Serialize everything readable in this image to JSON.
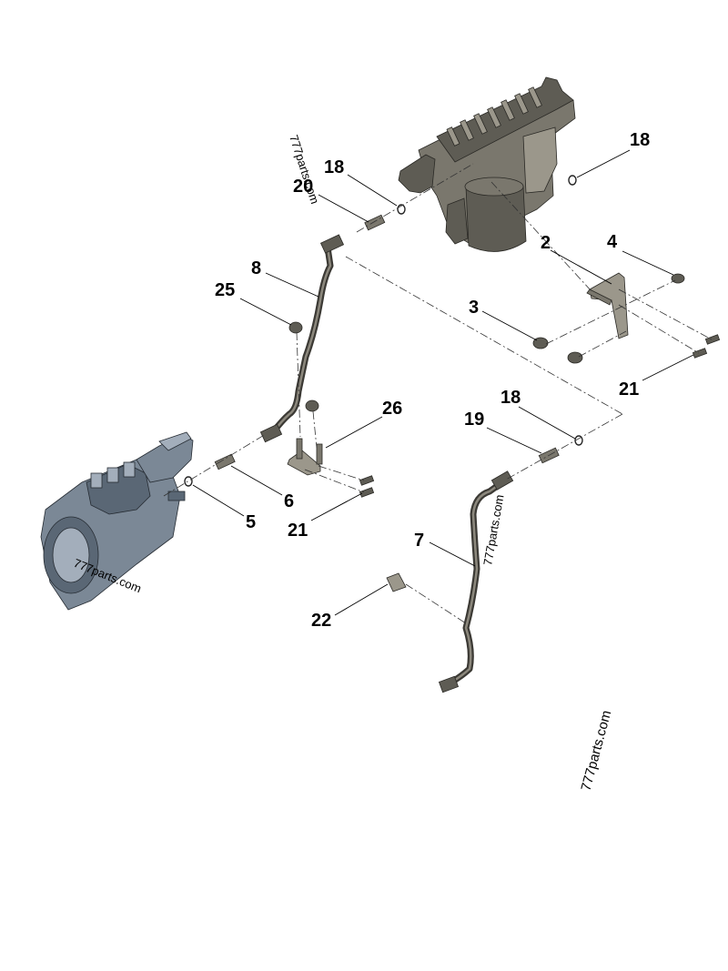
{
  "callouts": [
    {
      "id": "c18a",
      "label": "18"
    },
    {
      "id": "c18b",
      "label": "18"
    },
    {
      "id": "c20",
      "label": "20"
    },
    {
      "id": "c2",
      "label": "2"
    },
    {
      "id": "c4",
      "label": "4"
    },
    {
      "id": "c8",
      "label": "8"
    },
    {
      "id": "c25",
      "label": "25"
    },
    {
      "id": "c3",
      "label": "3"
    },
    {
      "id": "c21a",
      "label": "21"
    },
    {
      "id": "c18c",
      "label": "18"
    },
    {
      "id": "c26",
      "label": "26"
    },
    {
      "id": "c19",
      "label": "19"
    },
    {
      "id": "c6",
      "label": "6"
    },
    {
      "id": "c5",
      "label": "5"
    },
    {
      "id": "c21b",
      "label": "21"
    },
    {
      "id": "c7",
      "label": "7"
    },
    {
      "id": "c22",
      "label": "22"
    }
  ],
  "watermarks": [
    "777parts.com",
    "777parts.com",
    "777parts.com",
    "777parts.com"
  ],
  "colors": {
    "filter_housing": "#5e5c54",
    "pump_body": "#5a6775",
    "background": "#ffffff"
  }
}
